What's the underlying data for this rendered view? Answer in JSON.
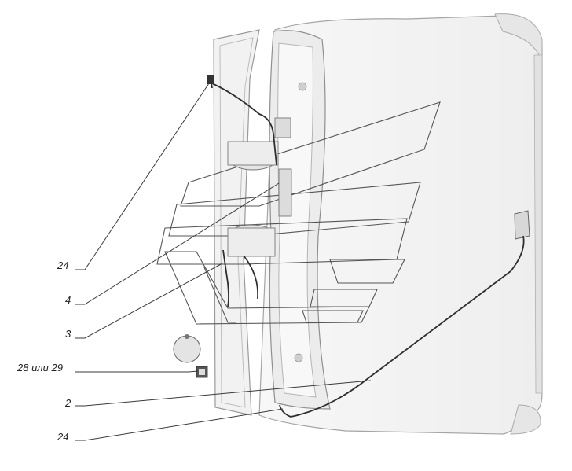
{
  "callouts": [
    {
      "id": "c24a",
      "text": "24"
    },
    {
      "id": "c4",
      "text": "4"
    },
    {
      "id": "c3",
      "text": "3"
    },
    {
      "id": "c28",
      "text": "28 или 29"
    },
    {
      "id": "c2",
      "text": "2"
    },
    {
      "id": "c24b",
      "text": "24"
    }
  ],
  "colors": {
    "line": "#3a3a3a",
    "panel": "#f4f4f4",
    "edge": "#9a9a9a",
    "wire": "#2e2e2e"
  }
}
